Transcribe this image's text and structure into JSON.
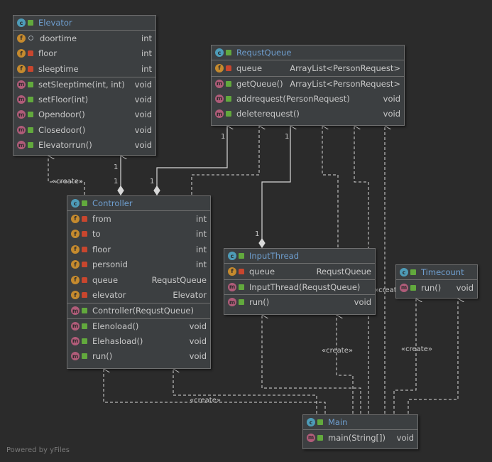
{
  "classes": [
    {
      "id": "elevator",
      "title": "Elevator",
      "fields": [
        {
          "icon": "field-icon",
          "access": "package",
          "name": "doortime",
          "type": "int"
        },
        {
          "icon": "field-icon",
          "access": "private",
          "name": "floor",
          "type": "int"
        },
        {
          "icon": "field-icon",
          "access": "private",
          "name": "sleeptime",
          "type": "int"
        }
      ],
      "methods": [
        {
          "icon": "method-icon",
          "access": "public",
          "name": "setSleeptime(int, int)",
          "type": "void"
        },
        {
          "icon": "method-icon",
          "access": "public",
          "name": "setFloor(int)",
          "type": "void"
        },
        {
          "icon": "method-icon",
          "access": "public",
          "name": "Opendoor()",
          "type": "void"
        },
        {
          "icon": "method-icon",
          "access": "public",
          "name": "Closedoor()",
          "type": "void"
        },
        {
          "icon": "method-icon",
          "access": "public",
          "name": "Elevatorrun()",
          "type": "void"
        }
      ]
    },
    {
      "id": "requstqueue",
      "title": "RequstQueue",
      "fields": [
        {
          "icon": "field-icon",
          "access": "private",
          "name": "queue",
          "type": "ArrayList<PersonRequest>"
        }
      ],
      "methods": [
        {
          "icon": "method-icon",
          "access": "public",
          "name": "getQueue()",
          "type": "ArrayList<PersonRequest>"
        },
        {
          "icon": "method-icon",
          "access": "public",
          "name": "addrequest(PersonRequest)",
          "type": "void"
        },
        {
          "icon": "method-icon",
          "access": "public",
          "name": "deleterequest()",
          "type": "void"
        }
      ]
    },
    {
      "id": "controller",
      "title": "Controller",
      "fields": [
        {
          "icon": "field-icon",
          "access": "private",
          "name": "from",
          "type": "int"
        },
        {
          "icon": "field-icon",
          "access": "private",
          "name": "to",
          "type": "int"
        },
        {
          "icon": "field-icon",
          "access": "private",
          "name": "floor",
          "type": "int"
        },
        {
          "icon": "field-icon",
          "access": "private",
          "name": "personid",
          "type": "int"
        },
        {
          "icon": "field-icon",
          "access": "private",
          "name": "queue",
          "type": "RequstQueue"
        },
        {
          "icon": "field-icon",
          "access": "private",
          "name": "elevator",
          "type": "Elevator"
        }
      ],
      "constructors": [
        {
          "icon": "method-icon",
          "access": "public",
          "name": "Controller(RequstQueue)",
          "type": ""
        }
      ],
      "methods": [
        {
          "icon": "method-icon",
          "access": "public",
          "name": "Elenoload()",
          "type": "void"
        },
        {
          "icon": "method-icon",
          "access": "public",
          "name": "Elehasload()",
          "type": "void"
        },
        {
          "icon": "method-icon",
          "access": "public",
          "name": "run()",
          "type": "void"
        }
      ]
    },
    {
      "id": "inputthread",
      "title": "InputThread",
      "fields": [
        {
          "icon": "field-icon",
          "access": "private",
          "name": "queue",
          "type": "RequstQueue"
        }
      ],
      "constructors": [
        {
          "icon": "method-icon",
          "access": "public",
          "name": "InputThread(RequstQueue)",
          "type": ""
        }
      ],
      "methods": [
        {
          "icon": "method-icon",
          "access": "public",
          "name": "run()",
          "type": "void"
        }
      ]
    },
    {
      "id": "timecount",
      "title": "Timecount",
      "fields": [],
      "methods": [
        {
          "icon": "method-icon",
          "access": "public",
          "name": "run()",
          "type": "void"
        }
      ]
    },
    {
      "id": "main",
      "title": "Main",
      "fields": [],
      "methods": [
        {
          "icon": "method-icon",
          "access": "public",
          "name": "main(String[])",
          "type": "void"
        }
      ]
    }
  ],
  "multiplicities": [
    "1",
    "1",
    "1",
    "1",
    "1",
    "1"
  ],
  "create_label": "«create»",
  "watermark": "Powered by yFiles",
  "colors": {
    "background": "#2b2b2b",
    "box": "#3c3f41",
    "title": "#6f9fd0",
    "text": "#c8c8c8",
    "edge": "#d8d8d8"
  }
}
